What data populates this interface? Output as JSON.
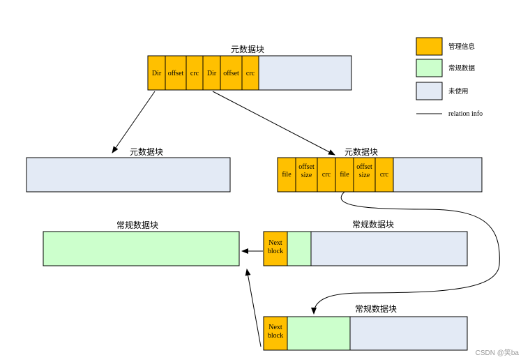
{
  "colors": {
    "mgmt": "#FFC000",
    "regular": "#CCFFCC",
    "unused": "#E3EAF5",
    "stroke": "#000000"
  },
  "legend": {
    "items": [
      {
        "label": "管理信息",
        "kind": "mgmt"
      },
      {
        "label": "常规数据",
        "kind": "regular"
      },
      {
        "label": "未使用",
        "kind": "unused"
      }
    ],
    "line_label": "relation info"
  },
  "blocks": {
    "meta_top": {
      "title": "元数据块",
      "cells": [
        {
          "label": "Dir"
        },
        {
          "label": "offset"
        },
        {
          "label": "crc"
        },
        {
          "label": "Dir"
        },
        {
          "label": "offset"
        },
        {
          "label": "crc"
        }
      ]
    },
    "meta_left": {
      "title": "元数据块"
    },
    "meta_right": {
      "title": "元数据块",
      "cells": [
        {
          "label": "file"
        },
        {
          "label": "offset size"
        },
        {
          "label": "crc"
        },
        {
          "label": "file"
        },
        {
          "label": "offset size"
        },
        {
          "label": "crc"
        }
      ]
    },
    "regular_left": {
      "title": "常规数据块"
    },
    "regular_mid": {
      "title": "常规数据块",
      "cell_label": "Next block"
    },
    "regular_bottom": {
      "title": "常规数据块",
      "cell_label": "Next block"
    }
  },
  "watermark": "CSDN @笑ba"
}
